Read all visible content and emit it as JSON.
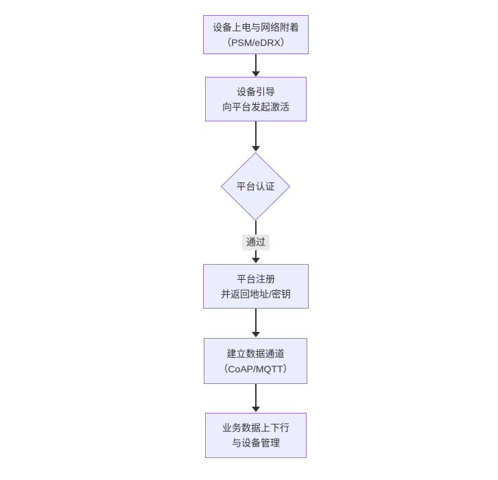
{
  "diagram": {
    "type": "flowchart",
    "direction": "top-down",
    "nodes": [
      {
        "id": "power-attach",
        "shape": "rect",
        "lines": [
          "设备上电与网络附着",
          "（PSM/eDRX）"
        ]
      },
      {
        "id": "bootstrap",
        "shape": "rect",
        "lines": [
          "设备引导",
          "向平台发起激活"
        ]
      },
      {
        "id": "platform-auth",
        "shape": "diamond",
        "lines": [
          "平台认证"
        ]
      },
      {
        "id": "platform-register",
        "shape": "rect",
        "lines": [
          "平台注册",
          "并返回地址/密钥"
        ]
      },
      {
        "id": "data-channel",
        "shape": "rect",
        "lines": [
          "建立数据通道",
          "（CoAP/MQTT）"
        ]
      },
      {
        "id": "business-data",
        "shape": "rect",
        "lines": [
          "业务数据上下行",
          "与设备管理"
        ]
      }
    ],
    "edges": [
      {
        "from": "power-attach",
        "to": "bootstrap",
        "label": ""
      },
      {
        "from": "bootstrap",
        "to": "platform-auth",
        "label": ""
      },
      {
        "from": "platform-auth",
        "to": "platform-register",
        "label": "通过"
      },
      {
        "from": "platform-register",
        "to": "data-channel",
        "label": ""
      },
      {
        "from": "data-channel",
        "to": "business-data",
        "label": ""
      }
    ],
    "colors": {
      "node_fill": "#ECECFF",
      "node_border": "#9370DB",
      "text": "#333333",
      "arrow": "#333333",
      "edge_label_bg": "#e8e8e8",
      "background": "#ffffff"
    }
  }
}
